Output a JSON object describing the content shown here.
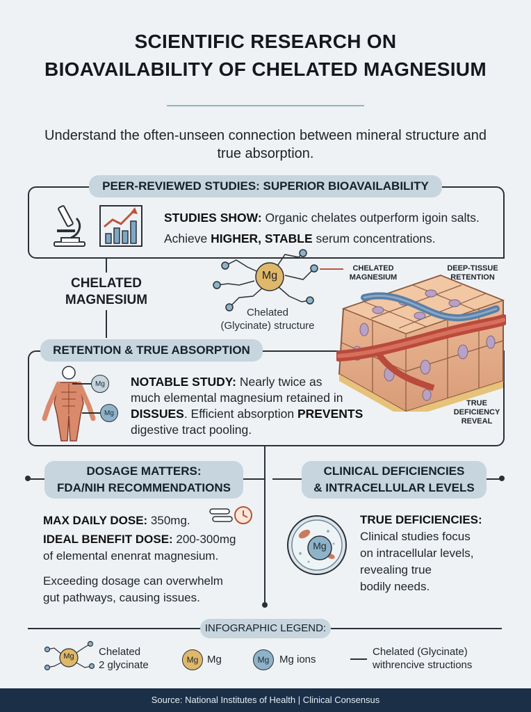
{
  "title_line1": "SCIENTIFIC RESEARCH ON",
  "title_line2": "BIOAVAILABILITY OF CHELATED MAGNESIUM",
  "subtitle": "Understand the often-unseen connection between mineral structure and true absorption.",
  "peer": {
    "pill": "PEER-REVIEWED STUDIES: SUPERIOR BIOAVAILABILITY",
    "line1_bold": "STUDIES SHOW:",
    "line1_rest": " Organic chelates outperform igoin salts.",
    "line2_a": "Achieve ",
    "line2_bold": "HIGHER, STABLE",
    "line2_rest": " serum concentrations."
  },
  "chelated": {
    "label_line1": "CHELATED",
    "label_line2": "MAGNESIUM",
    "mg": "Mg",
    "caption1": "Chelated",
    "caption2": "(Glycinate) structure"
  },
  "tissue_labels": {
    "chelated_mg_1": "CHELATED",
    "chelated_mg_2": "MAGNESIUM",
    "deep_1": "DEEP-TISSUE",
    "deep_2": "RETENTION",
    "true_1": "TRUE",
    "true_2": "DEFICIENCY",
    "true_3": "REVEAL"
  },
  "retention": {
    "pill": "RETENTION & TRUE ABSORPTION",
    "mg1": "Mg",
    "mg2": "Mg",
    "t1_bold": "NOTABLE STUDY:",
    "t1_rest": " Nearly twice as",
    "t2": "much elemental magnesium retained in",
    "t3_bold1": "DISSUES",
    "t3_mid": ". Efficient absorption ",
    "t3_bold2": "PREVENTS",
    "t4": "digestive tract pooling."
  },
  "dosage": {
    "pill_line1": "DOSAGE MATTERS:",
    "pill_line2": "FDA/NIH RECOMMENDATIONS",
    "max_bold": "MAX DAILY DOSE:",
    "max_rest": " 350mg.",
    "ideal_bold": "IDEAL BENEFIT DOSE:",
    "ideal_rest": " 200-300mg",
    "ideal_line2": "of elemental enenrat magnesium.",
    "warn1": "Exceeding dosage can overwhelm",
    "warn2": "gut pathways, causing issues."
  },
  "clinical": {
    "pill_line1": "CLINICAL DEFICIENCIES",
    "pill_line2": "& INTRACELLULAR LEVELS",
    "mg": "Mg",
    "head": "TRUE DEFICIENCIES:",
    "l1": "Clinical studies focus",
    "l2": "on intracellular levels,",
    "l3": "revealing true",
    "l4": "bodily needs."
  },
  "legend": {
    "title": "INFOGRAPHIC LEGEND:",
    "chelated_mg": "Mg",
    "chelated_1": "Chelated",
    "chelated_2": "2 glycinate",
    "mg_ball": "Mg",
    "mg_label": "Mg",
    "ions_ball": "Mg",
    "ions_label": "Mg ions",
    "struct_1": "Chelated (Glycinate)",
    "struct_2": "withrencive structions"
  },
  "footer": "Source: National Institutes of Health | Clinical Consensus",
  "colors": {
    "accent_rule": "#8fb3c7",
    "pill_bg": "#c6d5de",
    "mg_gold": "#e0b86a",
    "mg_ion": "#8eb3c9",
    "footer_bg": "#1b2f47",
    "tissue_orange": "#e8b58f",
    "vessel_red": "#b94a3c",
    "vessel_blue": "#5a7fa6"
  }
}
